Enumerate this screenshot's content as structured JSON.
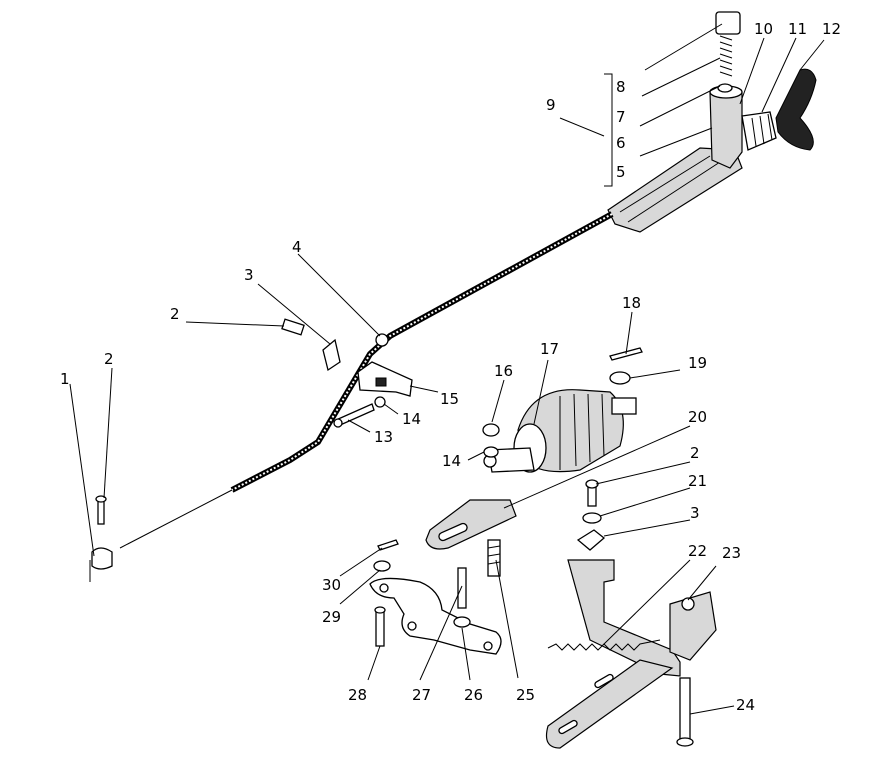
{
  "figure": {
    "callouts": [
      "1",
      "2",
      "3",
      "4",
      "5",
      "6",
      "7",
      "8",
      "9",
      "10",
      "11",
      "12",
      "13",
      "14",
      "15",
      "16",
      "17",
      "18",
      "19",
      "20",
      "2",
      "21",
      "3",
      "22",
      "23",
      "24",
      "25",
      "26",
      "27",
      "28",
      "29",
      "30",
      "14"
    ]
  }
}
